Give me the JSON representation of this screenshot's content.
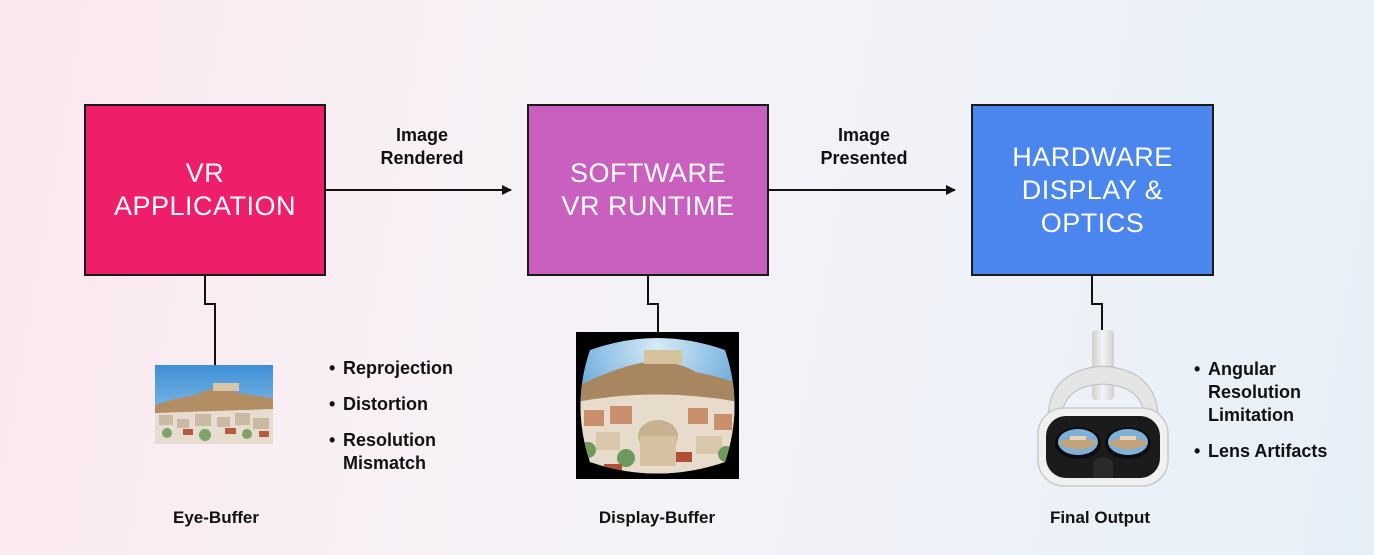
{
  "nodes": {
    "vr_application": {
      "label": "VR\nAPPLICATION",
      "color": "#ee1e6b"
    },
    "software_runtime": {
      "label": "SOFTWARE\nVR RUNTIME",
      "color": "#c95fbe"
    },
    "hardware_display": {
      "label": "HARDWARE\nDISPLAY &\nOPTICS",
      "color": "#4a86ee"
    }
  },
  "edges": {
    "image_rendered": "Image\nRendered",
    "image_presented": "Image\nPresented"
  },
  "issues": {
    "eye_buffer": [
      "Reprojection",
      "Distortion",
      "Resolution\nMismatch"
    ],
    "final_output": [
      "Angular\nResolution\nLimitation",
      "Lens Artifacts"
    ]
  },
  "captions": {
    "eye_buffer": "Eye-Buffer",
    "display_buffer": "Display-Buffer",
    "final_output": "Final Output"
  }
}
